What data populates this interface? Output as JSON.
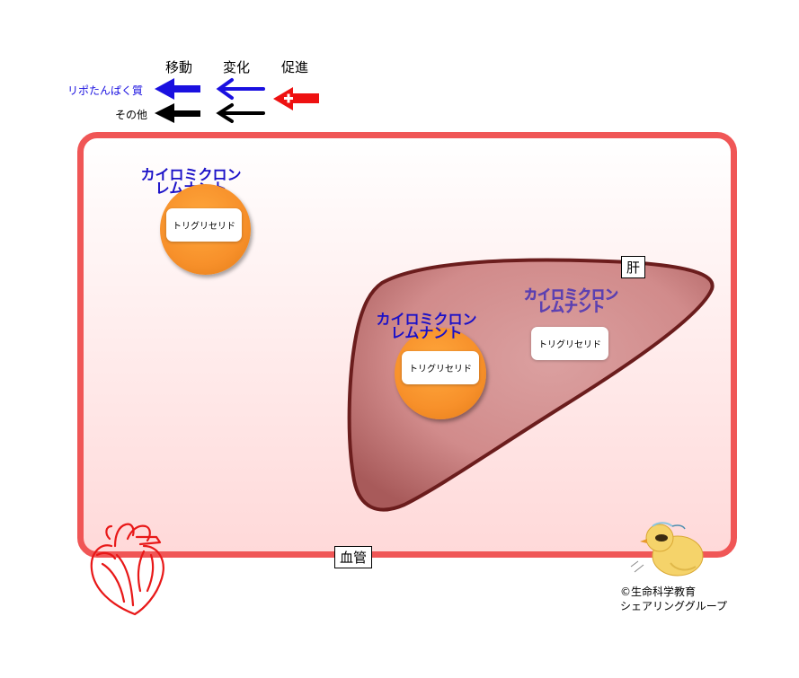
{
  "legend": {
    "headers": [
      "移動",
      "変化",
      "促進"
    ],
    "rows": [
      {
        "label": "リポたんぱく質",
        "color": "#1a10e0"
      },
      {
        "label": "その他",
        "color": "#000000"
      }
    ],
    "promote_color": "#ee1111"
  },
  "vessel": {
    "label": "血管",
    "color": "#f05656"
  },
  "liver": {
    "label": "肝",
    "color": "#d18b8b"
  },
  "particles": {
    "top_left": {
      "name_line1": "カイロミクロン",
      "name_line2": "レムナント",
      "content": "トリグリセリド"
    },
    "liver_particle": {
      "name_line1": "カイロミクロン",
      "name_line2": "レムナント",
      "content": "トリグリセリド"
    },
    "liver_ghost": {
      "name_line1": "カイロミクロン",
      "name_line2": "レムナント",
      "content": "トリグリセリド"
    }
  },
  "credit": {
    "line1": "©生命科学教育",
    "line2": "シェアリンググループ"
  },
  "icons": [
    "heart-icon",
    "chick-mascot-icon"
  ]
}
